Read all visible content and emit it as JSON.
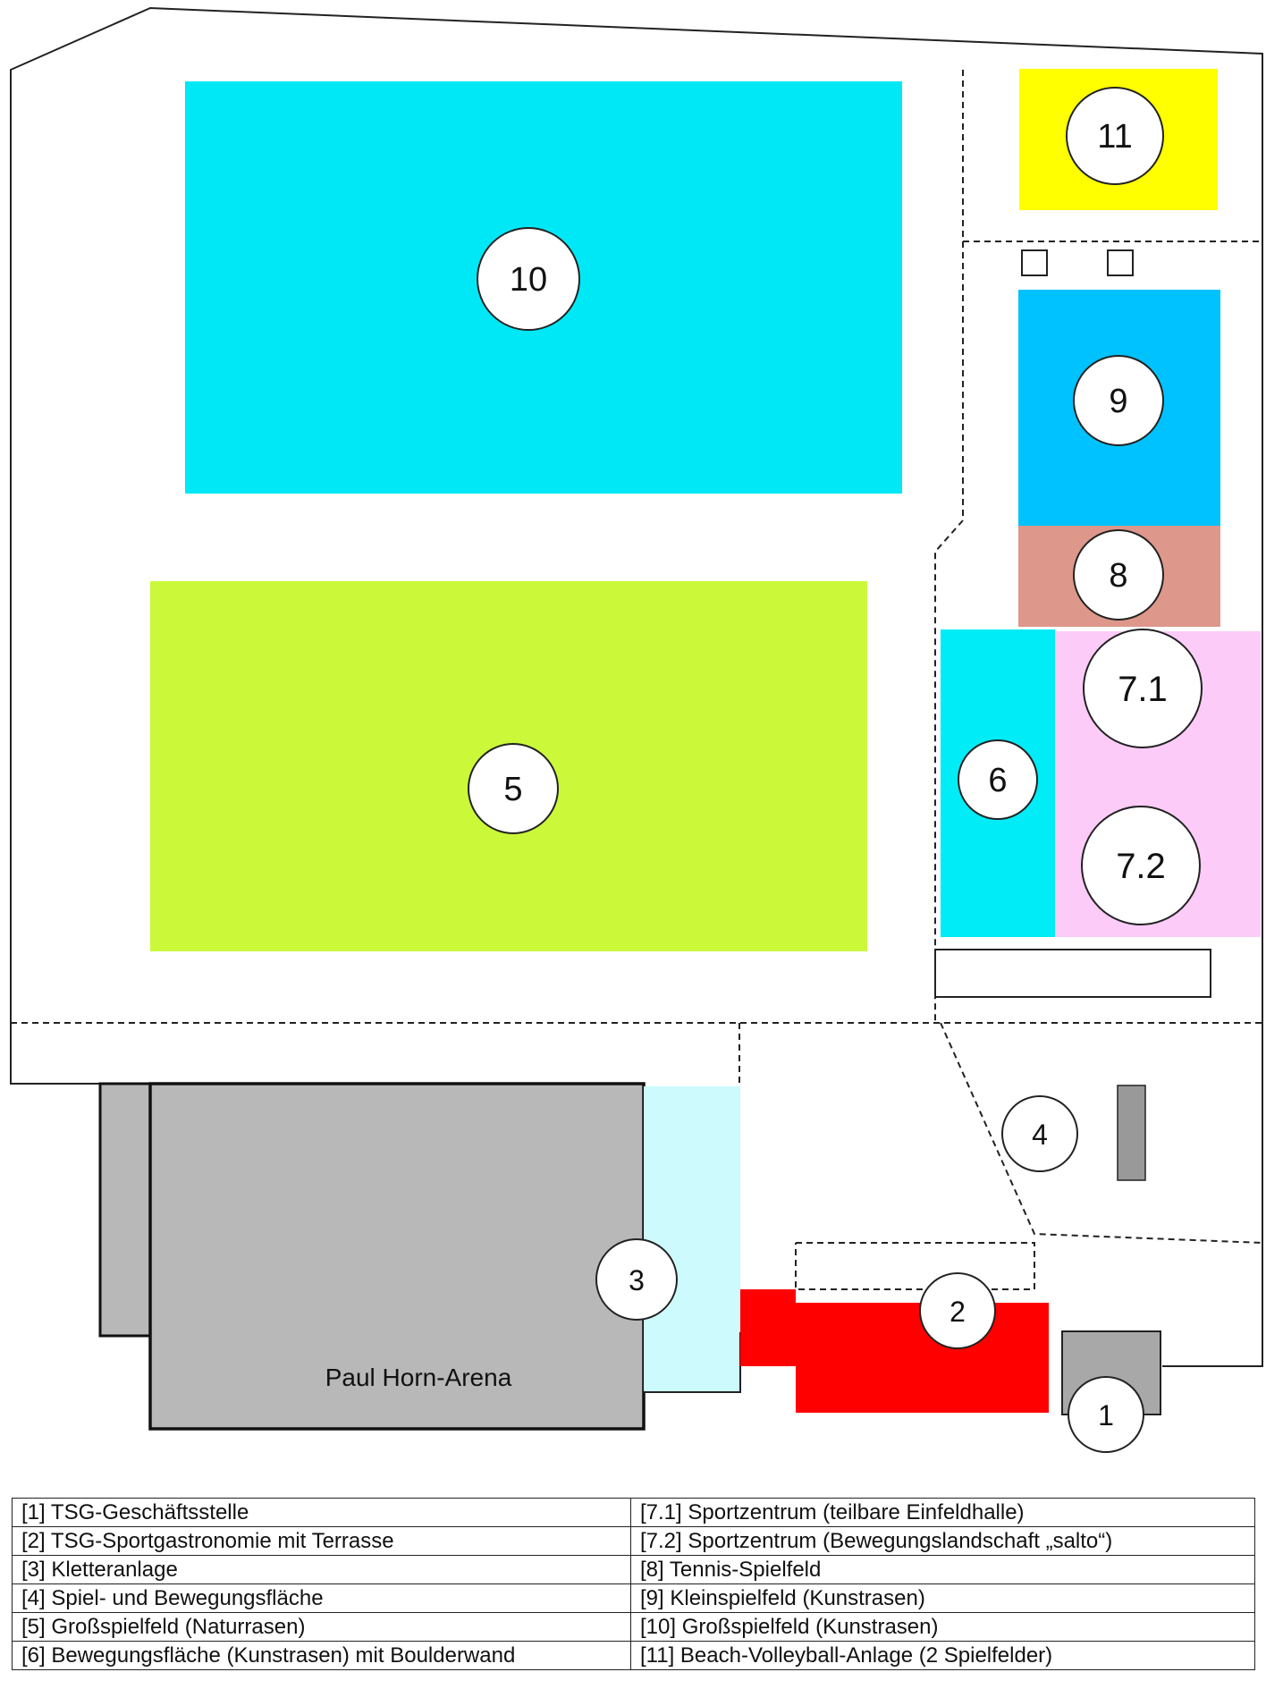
{
  "colors": {
    "field_10": "#00e8f6",
    "field_5": "#cbf93a",
    "field_11": "#ffff00",
    "field_9": "#00c2ff",
    "field_8": "#de978b",
    "field_6": "#00ecf6",
    "field_7": "#fdcbf8",
    "arena": "#b8b8b8",
    "climbing": "#ccfafd",
    "gastronomy": "#ff0000",
    "office": "#a8a8a8",
    "bench": "#999999"
  },
  "map": {
    "markers": {
      "m10": "10",
      "m11": "11",
      "m9": "9",
      "m8": "8",
      "m71": "7.1",
      "m72": "7.2",
      "m6": "6",
      "m5": "5",
      "m4": "4",
      "m3": "3",
      "m2": "2",
      "m1": "1"
    },
    "arena_label": "Paul Horn-Arena"
  },
  "legend": {
    "rows": [
      [
        "[1] TSG-Geschäftsstelle",
        "[7.1] Sportzentrum (teilbare Einfeldhalle)"
      ],
      [
        "[2] TSG-Sportgastronomie mit Terrasse",
        "[7.2] Sportzentrum (Bewegungslandschaft „salto“)"
      ],
      [
        "[3] Kletteranlage",
        "[8] Tennis-Spielfeld"
      ],
      [
        "[4] Spiel- und Bewegungsfläche",
        "[9] Kleinspielfeld (Kunstrasen)"
      ],
      [
        "[5] Großspielfeld (Naturrasen)",
        "[10] Großspielfeld (Kunstrasen)"
      ],
      [
        "[6] Bewegungsfläche (Kunstrasen) mit Boulderwand",
        "[11] Beach-Volleyball-Anlage (2 Spielfelder)"
      ]
    ]
  }
}
